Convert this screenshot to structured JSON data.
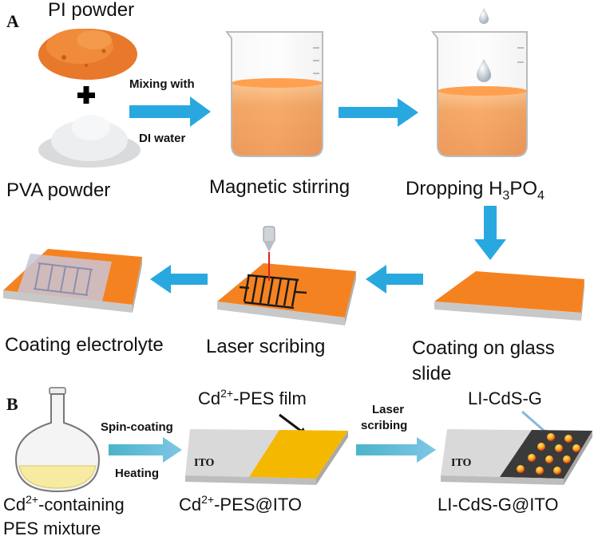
{
  "panel_a": {
    "panel_label": "A",
    "pi_powder": "PI powder",
    "pva_powder": "PVA powder",
    "mixing_top": "Mixing with",
    "mixing_bottom": "DI water",
    "magnetic_stirring": "Magnetic stirring",
    "dropping_prefix": "Dropping H",
    "dropping_sub3": "3",
    "dropping_po": "PO",
    "dropping_sub4": "4",
    "coating_glass_line1": "Coating on glass",
    "coating_glass_line2": "slide",
    "laser_scribing": "Laser scribing",
    "coating_electrolyte": "Coating electrolyte"
  },
  "panel_b": {
    "panel_label": "B",
    "spin_coating": "Spin-coating",
    "heating": "Heating",
    "film_prefix": "Cd",
    "film_sup": "2+",
    "film_suffix": "-PES film",
    "ito_left": "ITO",
    "ito_right": "ITO",
    "laser_line1": "Laser",
    "laser_line2": "scribing",
    "licdsg": "LI-CdS-G",
    "mixture_prefix": "Cd",
    "mixture_sup": "2+",
    "mixture_suffix": "-containing",
    "mixture_line2": "PES mixture",
    "pes_ito_prefix": "Cd",
    "pes_ito_sup": "2+",
    "pes_ito_suffix": "-PES@ITO",
    "licdsg_ito": "LI-CdS-G@ITO"
  },
  "colors": {
    "orange": "#F58220",
    "arrow_blue": "#29A8E0",
    "yellow_film": "#F5B800",
    "dark_electrode": "#3a3a3a"
  }
}
